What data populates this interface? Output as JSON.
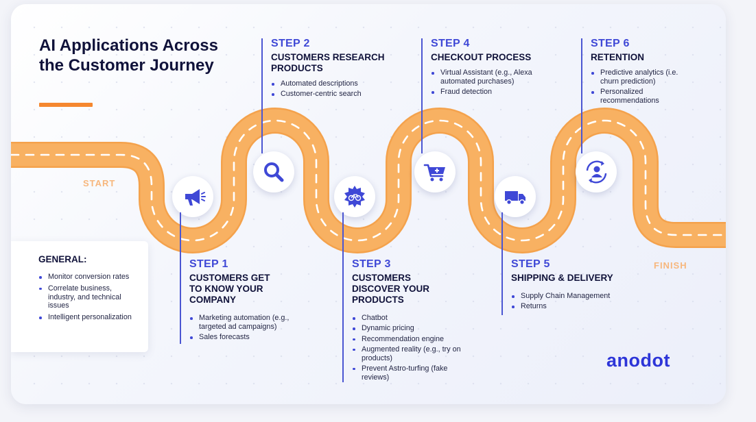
{
  "title": "AI Applications Across the Customer Journey",
  "start_label": "START",
  "finish_label": "FINISH",
  "general": {
    "heading": "GENERAL:",
    "items": [
      "Monitor conversion rates",
      "Correlate business, industry, and technical issues",
      "Intelligent personalization"
    ]
  },
  "steps": [
    {
      "number": "STEP 1",
      "heading": "CUSTOMERS GET TO KNOW YOUR COMPANY",
      "icon": "megaphone-icon",
      "items": [
        "Marketing automation (e.g., targeted ad campaigns)",
        "Sales forecasts"
      ]
    },
    {
      "number": "STEP 2",
      "heading": "CUSTOMERS RESEARCH PRODUCTS",
      "icon": "search-icon",
      "items": [
        "Automated descriptions",
        "Customer-centric search"
      ]
    },
    {
      "number": "STEP 3",
      "heading": "CUSTOMERS DISCOVER YOUR PRODUCTS",
      "icon": "bicycle-badge-icon",
      "items": [
        "Chatbot",
        "Dynamic pricing",
        "Recommendation engine",
        "Augmented reality (e.g., try on products)",
        "Prevent Astro-turfing (fake reviews)"
      ]
    },
    {
      "number": "STEP 4",
      "heading": "CHECKOUT PROCESS",
      "icon": "cart-plus-icon",
      "items": [
        "Virtual Assistant (e.g., Alexa automated purchases)",
        "Fraud detection"
      ]
    },
    {
      "number": "STEP 5",
      "heading": "SHIPPING & DELIVERY",
      "icon": "truck-icon",
      "items": [
        "Supply Chain Management",
        "Returns"
      ]
    },
    {
      "number": "STEP 6",
      "heading": "RETENTION",
      "icon": "user-cycle-icon",
      "items": [
        "Predictive analytics (i.e. churn prediction)",
        "Personalized recommendations"
      ]
    }
  ],
  "logo": "anodot",
  "colors": {
    "road": "#f8b162",
    "road_edge": "#f4a24c",
    "accent": "#3f48d6",
    "title_bar": "#f5872f",
    "dark": "#10123a"
  }
}
